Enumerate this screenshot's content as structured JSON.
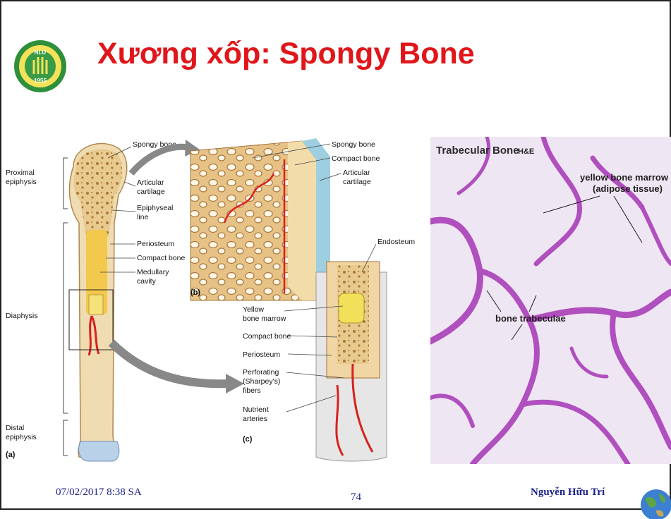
{
  "slide": {
    "title": "Xương xốp: Spongy Bone",
    "logo_text": "NLU",
    "logo_year": "1955"
  },
  "figure": {
    "panel_labels": {
      "a": "(a)",
      "b": "(b)",
      "c": "(c)"
    },
    "left_labels": {
      "proximal_1": "Proximal",
      "proximal_2": "epiphysis",
      "diaphysis": "Diaphysis",
      "distal_1": "Distal",
      "distal_2": "epiphysis"
    },
    "bone_labels": {
      "spongy_bone": "Spongy bone",
      "articular_1": "Articular",
      "articular_2": "cartilage",
      "epiphyseal_1": "Epiphyseal",
      "epiphyseal_2": "line",
      "periosteum": "Periosteum",
      "compact_bone": "Compact bone",
      "medullary_1": "Medullary",
      "medullary_2": "cavity"
    },
    "block_b_labels": {
      "spongy_bone": "Spongy bone",
      "compact_bone": "Compact bone",
      "articular_1": "Articular",
      "articular_2": "cartilage"
    },
    "block_c_labels": {
      "endosteum": "Endosteum",
      "yellow_1": "Yellow",
      "yellow_2": "bone marrow",
      "compact_bone": "Compact bone",
      "periosteum": "Periosteum",
      "perforating_1": "Perforating",
      "perforating_2": "(Sharpey's)",
      "perforating_3": "fibers",
      "nutrient_1": "Nutrient",
      "nutrient_2": "arteries"
    }
  },
  "histology": {
    "title": "Trabecular Bone",
    "stain": "H&E",
    "label_marrow_1": "yellow bone marrow",
    "label_marrow_2": "(adipose tissue)",
    "label_trabeculae": "bone trabeculae"
  },
  "footer": {
    "date": "07/02/2017 8:38 SA",
    "page": "74",
    "author": "Nguyễn Hữu Trí"
  },
  "colors": {
    "title": "#e0161b",
    "footer": "#1a1f8a",
    "trabeculae": "#b04fbe",
    "marrow_bg": "#efe6f3"
  }
}
